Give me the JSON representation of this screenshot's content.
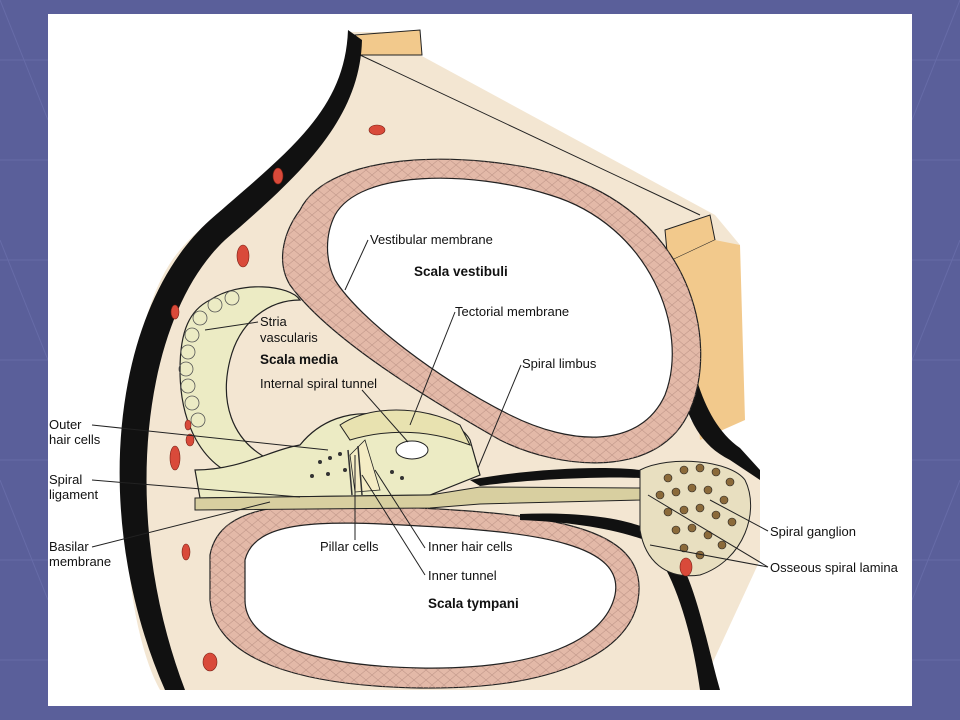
{
  "colors": {
    "slide_background": "#5a5f9a",
    "panel_background": "#ffffff",
    "bone": "#f3e6d2",
    "bone_edge": "#f2c98c",
    "membrane": "#e3b9a8",
    "organ": "#ecebc4",
    "outline": "#111111",
    "vessel": "#d94a3a"
  },
  "labels": {
    "vestibular_membrane": "Vestibular membrane",
    "scala_vestibuli": "Scala vestibuli",
    "tectorial_membrane": "Tectorial membrane",
    "stria_line1": "Stria",
    "stria_line2": "vascularis",
    "scala_media": "Scala media",
    "spiral_limbus": "Spiral limbus",
    "internal_spiral_tunnel": "Internal spiral tunnel",
    "outer_hair_line1": "Outer",
    "outer_hair_line2": "hair cells",
    "spiral_ligament_line1": "Spiral",
    "spiral_ligament_line2": "ligament",
    "basilar_line1": "Basilar",
    "basilar_line2": "membrane",
    "pillar_cells": "Pillar cells",
    "inner_hair_cells": "Inner hair cells",
    "inner_tunnel": "Inner tunnel",
    "spiral_ganglion": "Spiral ganglion",
    "osseous_spiral_lamina": "Osseous spiral lamina",
    "scala_tympani": "Scala tympani"
  }
}
